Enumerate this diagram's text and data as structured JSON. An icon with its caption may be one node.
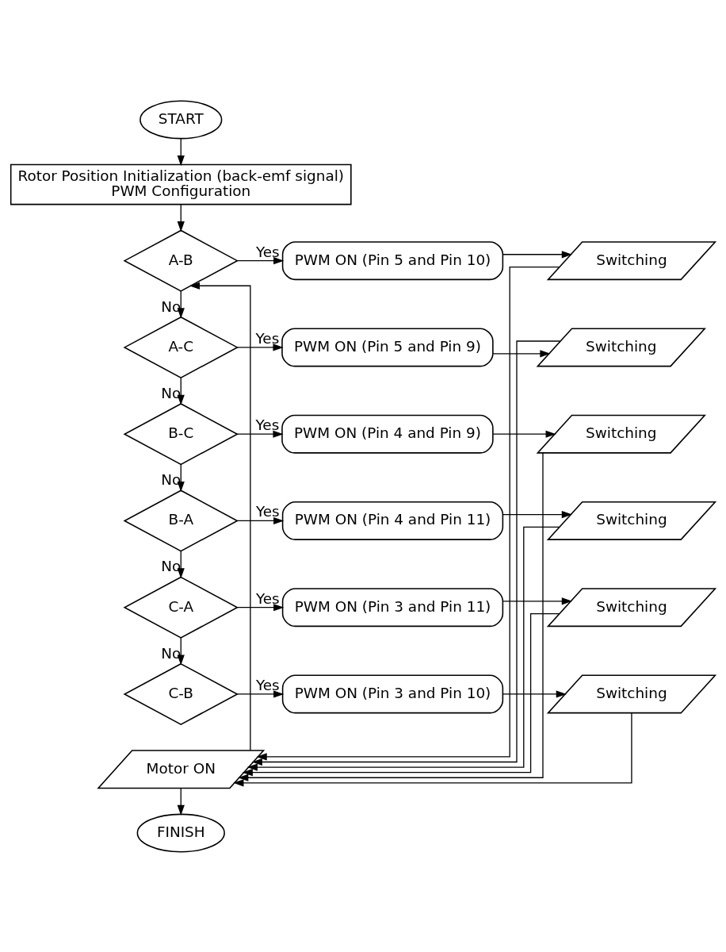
{
  "diagram": {
    "nodes": [
      {
        "text": [
          "START"
        ]
      },
      {
        "text": [
          "Rotor Position Initialization (back-emf signal)",
          "PWM Configuration"
        ]
      },
      {
        "text": [
          "A-B"
        ]
      },
      {
        "text": [
          "PWM ON (Pin 5 and Pin 10)"
        ]
      },
      {
        "text": [
          "Switching"
        ]
      },
      {
        "text": [
          "A-C"
        ]
      },
      {
        "text": [
          "PWM ON (Pin 5 and Pin 9)"
        ]
      },
      {
        "text": [
          "Switching"
        ]
      },
      {
        "text": [
          "B-C"
        ]
      },
      {
        "text": [
          "PWM ON (Pin 4 and Pin 9)"
        ]
      },
      {
        "text": [
          "Switching"
        ]
      },
      {
        "text": [
          "B-A"
        ]
      },
      {
        "text": [
          "PWM ON (Pin 4 and Pin 11)"
        ]
      },
      {
        "text": [
          "Switching"
        ]
      },
      {
        "text": [
          "C-A"
        ]
      },
      {
        "text": [
          "PWM ON (Pin 3 and Pin 11)"
        ]
      },
      {
        "text": [
          "Switching"
        ]
      },
      {
        "text": [
          "C-B"
        ]
      },
      {
        "text": [
          "PWM ON (Pin 3 and Pin 10)"
        ]
      },
      {
        "text": [
          "Switching"
        ]
      },
      {
        "text": [
          "Motor ON"
        ]
      },
      {
        "text": [
          "FINISH"
        ]
      }
    ],
    "edges": [
      {
        "from": 0,
        "to": 1,
        "arrow": "to"
      },
      {
        "from": 1,
        "to": 2,
        "arrow": "to"
      },
      {
        "from": 2,
        "to": 3,
        "arrow": "to",
        "label": "Yes"
      },
      {
        "from": 3,
        "to": 4,
        "arrow": "to"
      },
      {
        "from": 2,
        "to": 5,
        "arrow": "to",
        "label": "No"
      },
      {
        "from": 5,
        "to": 6,
        "arrow": "to",
        "label": "Yes"
      },
      {
        "from": 6,
        "to": 7,
        "arrow": "to"
      },
      {
        "from": 5,
        "to": 8,
        "arrow": "to",
        "label": "No"
      },
      {
        "from": 8,
        "to": 9,
        "arrow": "to",
        "label": "Yes"
      },
      {
        "from": 9,
        "to": 10,
        "arrow": "to"
      },
      {
        "from": 8,
        "to": 11,
        "arrow": "to",
        "label": "No"
      },
      {
        "from": 11,
        "to": 12,
        "arrow": "to",
        "label": "Yes"
      },
      {
        "from": 12,
        "to": 13,
        "arrow": "to"
      },
      {
        "from": 11,
        "to": 14,
        "arrow": "to",
        "label": "No"
      },
      {
        "from": 14,
        "to": 15,
        "arrow": "to",
        "label": "Yes"
      },
      {
        "from": 15,
        "to": 16,
        "arrow": "to"
      },
      {
        "from": 14,
        "to": 17,
        "arrow": "to",
        "label": "No"
      },
      {
        "from": 17,
        "to": 18,
        "arrow": "to",
        "label": "Yes"
      },
      {
        "from": 18,
        "to": 19,
        "arrow": "to"
      },
      {
        "from": 4,
        "to": 20,
        "arrow": "to"
      },
      {
        "from": 7,
        "to": 20,
        "arrow": "to"
      },
      {
        "from": 10,
        "to": 20,
        "arrow": "to"
      },
      {
        "from": 13,
        "to": 20,
        "arrow": "to"
      },
      {
        "from": 16,
        "to": 20,
        "arrow": "to"
      },
      {
        "from": 19,
        "to": 20,
        "arrow": "to"
      },
      {
        "from": 20,
        "to": 2,
        "arrow": "to"
      },
      {
        "from": 20,
        "to": 21,
        "arrow": "to"
      }
    ]
  }
}
